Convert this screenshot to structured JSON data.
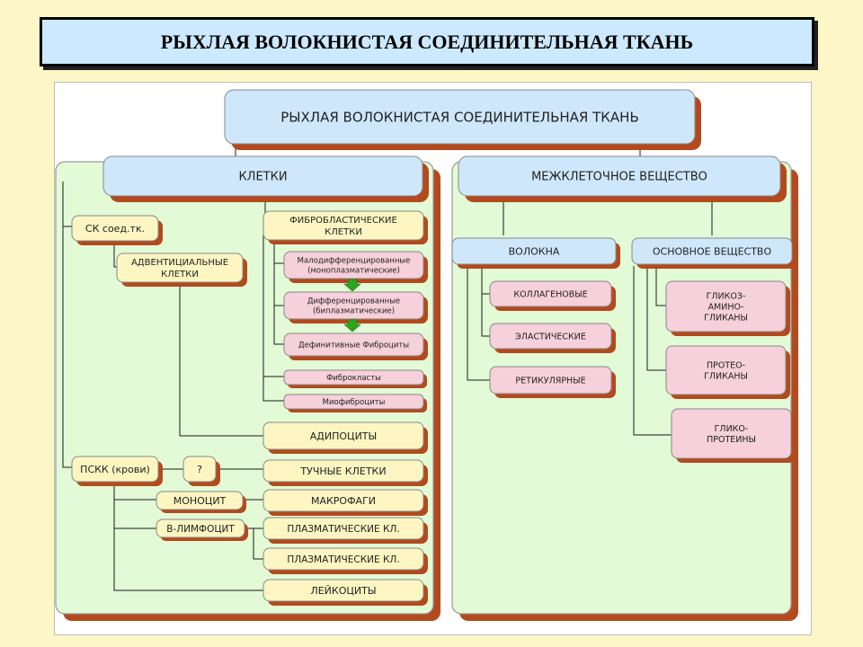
{
  "slide_title": "РЫХЛАЯ ВОЛОКНИСТАЯ СОЕДИНИТЕЛЬНАЯ ТКАНЬ",
  "colors": {
    "blue_box": "#cfe7fb",
    "green_panel": "#e2fad6",
    "yellow_box": "#fdf6c2",
    "pink_box": "#f6d0da",
    "shadow": "#b34a1d",
    "connector": "#1a1a1a",
    "arrow": "#2fa51d"
  },
  "diagram": {
    "root": "РЫХЛАЯ ВОЛОКНИСТАЯ СОЕДИНИТЕЛЬНАЯ ТКАНЬ",
    "cells": {
      "header": "КЛЕТКИ",
      "sk": "СК соед.тк.",
      "adventitial": [
        "АДВЕНТИЦИАЛЬНЫЕ",
        "КЛЕТКИ"
      ],
      "fibroblastic": [
        "ФИБРОБЛАСТИЧЕСКИЕ",
        "КЛЕТКИ"
      ],
      "low_diff": [
        "Малодифференцированные",
        "(моноплазматические)"
      ],
      "diff": [
        "Дифференцированные",
        "(биплазматические)"
      ],
      "definitive": "Дефинитивные Фиброциты",
      "fibroclasts": "Фиброкласты",
      "myofibrocytes": "Миофиброциты",
      "adipocytes": "АДИПОЦИТЫ",
      "psk": "ПСКК (крови)",
      "question": "?",
      "mast": "ТУЧНЫЕ КЛЕТКИ",
      "monocyte": "МОНОЦИТ",
      "macrophages": "МАКРОФАГИ",
      "b_lymph": "В-ЛИМФОЦИТ",
      "plasma1": "ПЛАЗМАТИЧЕСКИЕ КЛ.",
      "plasma2": "ПЛАЗМАТИЧЕСКИЕ КЛ.",
      "leukocytes": "ЛЕЙКОЦИТЫ"
    },
    "matrix": {
      "header": "МЕЖКЛЕТОЧНОЕ ВЕЩЕСТВО",
      "fibers": "ВОЛОКНА",
      "collagen": "КОЛЛАГЕНОВЫЕ",
      "elastic": "ЭЛАСТИЧЕСКИЕ",
      "reticular": "РЕТИКУЛЯРНЫЕ",
      "ground": "ОСНОВНОЕ ВЕЩЕСТВО",
      "gag": [
        "ГЛИКОЗ-",
        "АМИНО-",
        "ГЛИКАНЫ"
      ],
      "proteoglycans": [
        "ПРОТЕО-",
        "ГЛИКАНЫ"
      ],
      "glycoproteins": [
        "ГЛИКО-",
        "ПРОТЕИНЫ"
      ]
    }
  }
}
